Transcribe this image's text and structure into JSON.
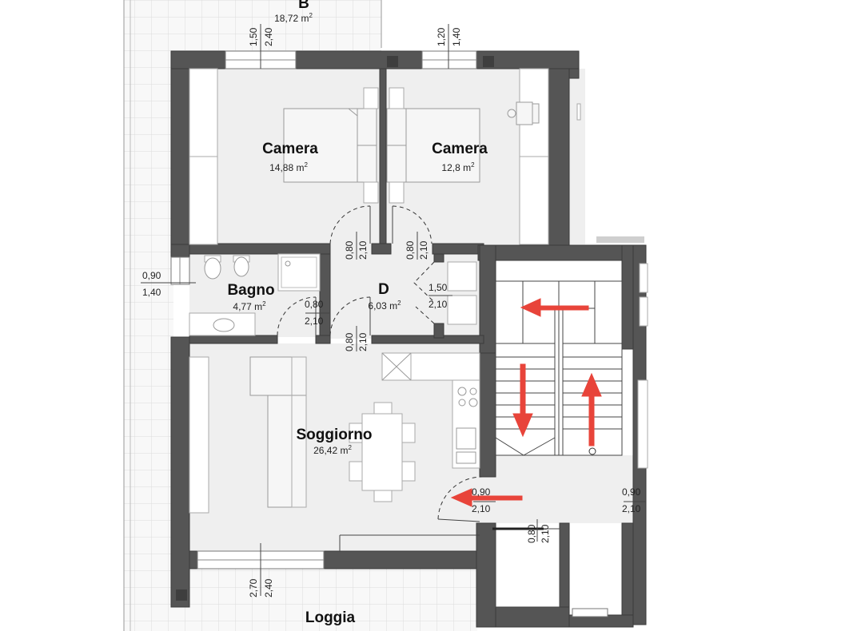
{
  "rooms": {
    "top_room": {
      "label": "B",
      "area": "18,72 m",
      "unit_exp": "2"
    },
    "camera_1": {
      "label": "Camera",
      "area": "14,88 m",
      "unit_exp": "2"
    },
    "camera_2": {
      "label": "Camera",
      "area": "12,8 m",
      "unit_exp": "2"
    },
    "bagno": {
      "label": "Bagno",
      "area": "4,77 m",
      "unit_exp": "2"
    },
    "disimpegno": {
      "label": "D",
      "area": "6,03 m",
      "unit_exp": "2"
    },
    "soggiorno": {
      "label": "Soggiorno",
      "area": "26,42 m",
      "unit_exp": "2"
    },
    "loggia": {
      "label": "Loggia"
    }
  },
  "dimensions": {
    "win_camera1_w": "1,50",
    "win_camera1_h": "2,40",
    "win_camera2_w": "1,20",
    "win_camera2_h": "1,40",
    "door_camera1_w": "0,80",
    "door_camera1_h": "2,10",
    "door_camera2_w": "0,80",
    "door_camera2_h": "2,10",
    "win_bagno_w": "0,90",
    "win_bagno_h": "1,40",
    "door_bagno_w": "0,80",
    "door_bagno_h": "2,10",
    "door_closet_w": "1,50",
    "door_closet_h": "2,10",
    "door_soggiorno_w": "0,80",
    "door_soggiorno_h": "2,10",
    "door_entry_w": "0,90",
    "door_entry_h": "2,10",
    "door_right_w": "0,90",
    "door_right_h": "2,10",
    "door_lift_w": "0,80",
    "door_lift_h": "2,10",
    "win_loggia_w": "2,70",
    "win_loggia_h": "2,40"
  },
  "colors": {
    "wall": "#555555",
    "floor": "#efefef",
    "arrow": "#e8443a"
  }
}
